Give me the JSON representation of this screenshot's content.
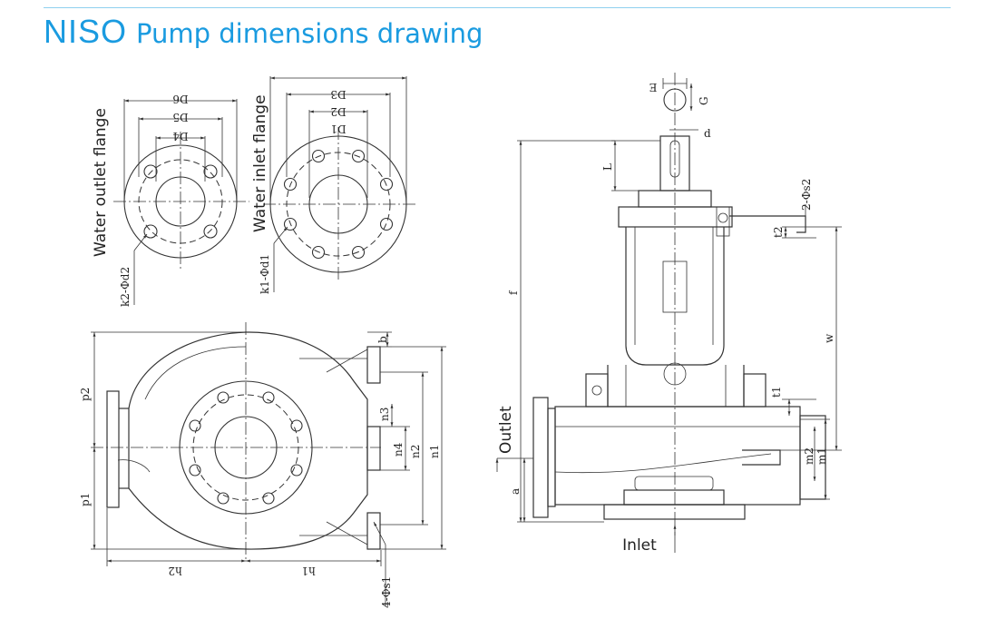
{
  "header": {
    "brand": "NISO",
    "title": "Pump dimensions drawing"
  },
  "outlet_flange": {
    "caption": "Water outlet flange",
    "hole_label": "k2-Φd2",
    "dims": [
      "D4",
      "D5",
      "D6"
    ]
  },
  "inlet_flange": {
    "caption": "Water inlet flange",
    "hole_label": "k1-Φd1",
    "dims": [
      "D1",
      "D2",
      "D3"
    ]
  },
  "volute_view": {
    "labels": {
      "b": "b",
      "n3": "n3",
      "n4": "n4",
      "n2": "n2",
      "n1": "n1",
      "p2": "p2",
      "p1": "p1",
      "h2": "h2",
      "h1": "h1",
      "s1": "4-Φs1"
    }
  },
  "side_view": {
    "labels": {
      "E": "E",
      "G": "G",
      "d": "d",
      "L": "L",
      "f": "f",
      "s2": "2-Φs2",
      "t2": "t2",
      "w": "w",
      "t1": "t1",
      "m2": "m2",
      "m1": "m1",
      "a": "a"
    },
    "outlet": "Outlet",
    "inlet": "Inlet"
  }
}
